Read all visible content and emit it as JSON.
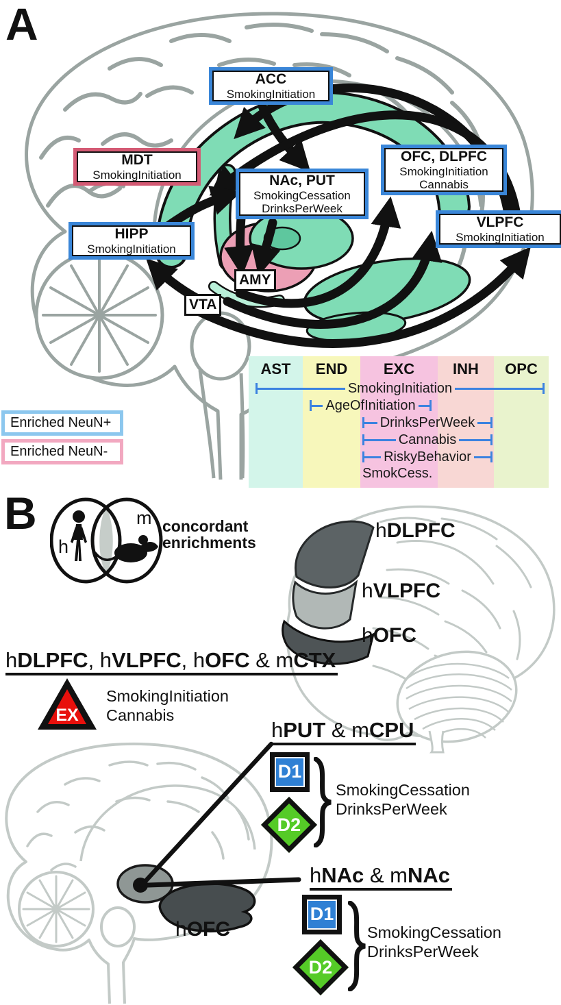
{
  "colors": {
    "box_blue": "#3a86d8",
    "box_rose": "#d45a74",
    "legend_blue": "#8cc7ee",
    "legend_pink": "#f2a8c0",
    "region_teal": "#7fdcb5",
    "region_teal_dark": "#5ec79e",
    "region_teal_light": "#b9f0d9",
    "region_pink": "#ec9fb5",
    "range_line": "#3b82e0",
    "d1_blue": "#2f80d4",
    "d2_green": "#55cb27",
    "ex_red": "#e8100c",
    "brain_outline_a": "#9aa4a1",
    "brain_outline_b": "#c3cac7",
    "dlpfc_dark": "#5c6365",
    "vlpfc_gray": "#b1b8b6",
    "ofc_dark": "#4e5456",
    "ofc_blob": "#474d4f",
    "putamen_gray": "#8f9795"
  },
  "panelA": {
    "label": "A",
    "region_boxes": {
      "acc": {
        "title": "ACC",
        "trait1": "SmokingInitiation"
      },
      "mdt": {
        "title": "MDT",
        "trait1": "SmokingInitiation"
      },
      "nac_put": {
        "title": "NAc, PUT",
        "trait1": "SmokingCessation",
        "trait2": "DrinksPerWeek"
      },
      "ofc_dlpfc": {
        "title": "OFC, DLPFC",
        "trait1": "SmokingInitiation",
        "trait2": "Cannabis"
      },
      "hipp": {
        "title": "HIPP",
        "trait1": "SmokingInitiation"
      },
      "vlpfc": {
        "title": "VLPFC",
        "trait1": "SmokingInitiation"
      },
      "amy": {
        "title": "AMY"
      },
      "vta": {
        "title": "VTA"
      }
    },
    "legend": {
      "neun_plus": {
        "label": "Enriched NeuN+"
      },
      "neun_minus": {
        "label": "Enriched NeuN-"
      }
    },
    "celltype_panel": {
      "columns": [
        {
          "label": "AST",
          "color": "#d3f5ea"
        },
        {
          "label": "END",
          "color": "#f7f7bb"
        },
        {
          "label": "EXC",
          "color": "#f6c3e0"
        },
        {
          "label": "INH",
          "color": "#f8d7d4"
        },
        {
          "label": "OPC",
          "color": "#e9f3cd"
        }
      ],
      "ranges": [
        {
          "label": "SmokingInitiation",
          "from": "AST",
          "to": "OPC"
        },
        {
          "label": "AgeOfInitiation",
          "from": "END",
          "to": "EXC"
        },
        {
          "label": "DrinksPerWeek",
          "from": "EXC",
          "to": "INH"
        },
        {
          "label": "Cannabis",
          "from": "EXC",
          "to": "INH"
        },
        {
          "label": "RiskyBehavior",
          "from": "EXC",
          "to": "INH"
        },
        {
          "label": "SmokCess.",
          "from": "EXC",
          "to": "EXC"
        }
      ]
    }
  },
  "panelB": {
    "label": "B",
    "venn": {
      "left_letter": "h",
      "right_letter": "m",
      "caption": "concordant enrichments"
    },
    "lateral_labels": {
      "dlpfc": [
        {
          "t": "h"
        },
        {
          "t": "DLPFC",
          "b": true
        }
      ],
      "vlpfc": [
        {
          "t": "h"
        },
        {
          "t": "VLPFC",
          "b": true
        }
      ],
      "ofc": [
        {
          "t": "h"
        },
        {
          "t": "OFC",
          "b": true
        }
      ]
    },
    "sections": {
      "ctx": {
        "heading": [
          {
            "t": "h"
          },
          {
            "t": "DLPFC",
            "b": true
          },
          {
            "t": ", h"
          },
          {
            "t": "VLPFC",
            "b": true
          },
          {
            "t": ", h"
          },
          {
            "t": "OFC",
            "b": true
          },
          {
            "t": " & m"
          },
          {
            "t": "CTX",
            "b": true
          }
        ],
        "marker": "EX",
        "trait1": "SmokingInitiation",
        "trait2": "Cannabis"
      },
      "put": {
        "heading": [
          {
            "t": "h"
          },
          {
            "t": "PUT",
            "b": true
          },
          {
            "t": " & m"
          },
          {
            "t": "CPU",
            "b": true
          }
        ],
        "receptor1": "D1",
        "receptor2": "D2",
        "trait1": "SmokingCessation",
        "trait2": "DrinksPerWeek"
      },
      "nac": {
        "heading": [
          {
            "t": "h"
          },
          {
            "t": "NAc",
            "b": true
          },
          {
            "t": " & m"
          },
          {
            "t": "NAc",
            "b": true
          }
        ],
        "receptor1": "D1",
        "receptor2": "D2",
        "trait1": "SmokingCessation",
        "trait2": "DrinksPerWeek"
      }
    },
    "bottom_brain_label": [
      {
        "t": "h"
      },
      {
        "t": "OFC",
        "b": true
      }
    ]
  }
}
